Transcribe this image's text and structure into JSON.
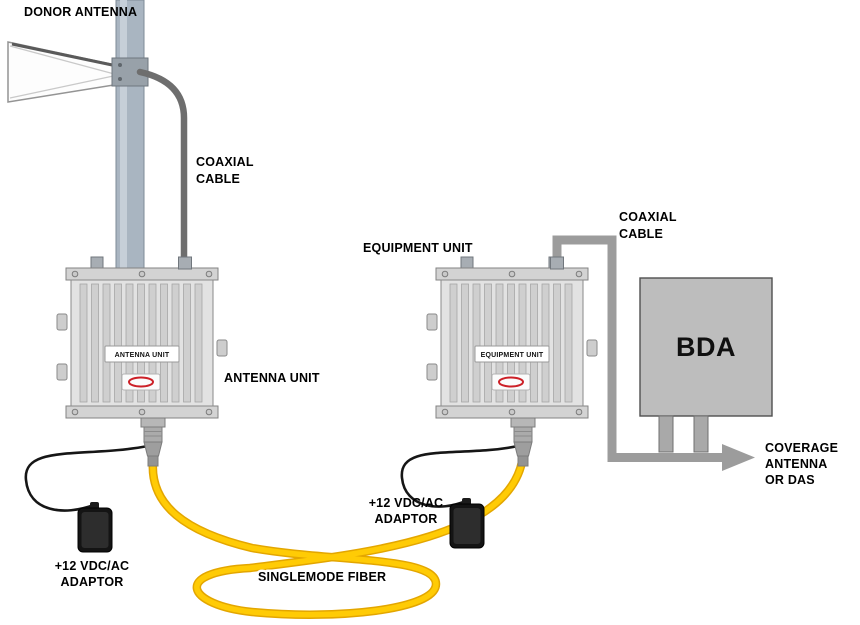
{
  "diagram": {
    "labels": {
      "donor_antenna": "DONOR ANTENNA",
      "coax_left": [
        "COAXIAL",
        "CABLE"
      ],
      "antenna_unit": "ANTENNA UNIT",
      "equipment_unit": "EQUIPMENT UNIT",
      "coax_right": [
        "COAXIAL",
        "CABLE"
      ],
      "adaptor_left": [
        "+12 VDC/AC",
        "ADAPTOR"
      ],
      "adaptor_right": [
        "+12 VDC/AC",
        "ADAPTOR"
      ],
      "singlemode_fiber": "SINGLEMODE FIBER",
      "coverage": [
        "COVERAGE",
        "ANTENNA",
        "OR DAS"
      ],
      "bda": "BDA"
    },
    "plates": {
      "antenna_unit": "ANTENNA UNIT",
      "equipment_unit": "EQUIPMENT UNIT"
    },
    "colors": {
      "fiber_yellow": "#ffcb05",
      "coax_dark_gray": "#6e6e6e",
      "coax_light_gray": "#9c9c9c",
      "pole_gray": "#a9b5c1",
      "enclosure_gray": "#e2e2e2",
      "bda_gray": "#bdbdbd",
      "adaptor_black": "#141414",
      "logo_red": "#cc2027",
      "label_text": "#000000"
    }
  }
}
